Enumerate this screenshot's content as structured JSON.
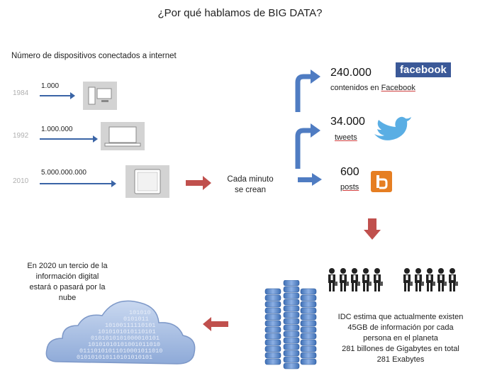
{
  "title": "¿Por qué hablamos de BIG DATA?",
  "devices": {
    "heading": "Número de dispositivos conectados a internet",
    "rows": [
      {
        "year": "1984",
        "count": "1.000",
        "icon": "desktop-computer-icon"
      },
      {
        "year": "1992",
        "count": "1.000.000",
        "icon": "laptop-icon"
      },
      {
        "year": "2010",
        "count": "5.000.000.000",
        "icon": "tablet-icon"
      }
    ]
  },
  "center": {
    "line1": "Cada minuto",
    "line2": "se crean"
  },
  "stats": [
    {
      "number": "240.000",
      "label_prefix": "contenidos en ",
      "label_link": "Facebook",
      "brand": "facebook"
    },
    {
      "number": "34.000",
      "label_link": "tweets",
      "brand": "twitter-bird-icon"
    },
    {
      "number": "600",
      "label_link": "posts",
      "brand": "blogger-icon"
    }
  ],
  "idc": {
    "line1": "IDC estima  que actualmente  existen",
    "line2": "45GB de información por cada",
    "line3": "persona en el planeta",
    "line4": "281 billones de Gigabytes en total",
    "line5": "281 Exabytes"
  },
  "cloud": {
    "line1": "En 2020 un tercio de la",
    "line2": "información digital",
    "line3": "estará o pasará por la",
    "line4": "nube",
    "binary": [
      "101010",
      "0101011",
      "10100111110101",
      "1010101010110101",
      "0101010101000010101",
      "10101010101001011010",
      "01110101011010001011010",
      "010101010110101010101"
    ]
  },
  "colors": {
    "accent_blue": "#3a64a6",
    "accent_red": "#c0504d",
    "facebook": "#3b5998",
    "cloud": "#a9c0e4",
    "database": "#5b86c9"
  }
}
